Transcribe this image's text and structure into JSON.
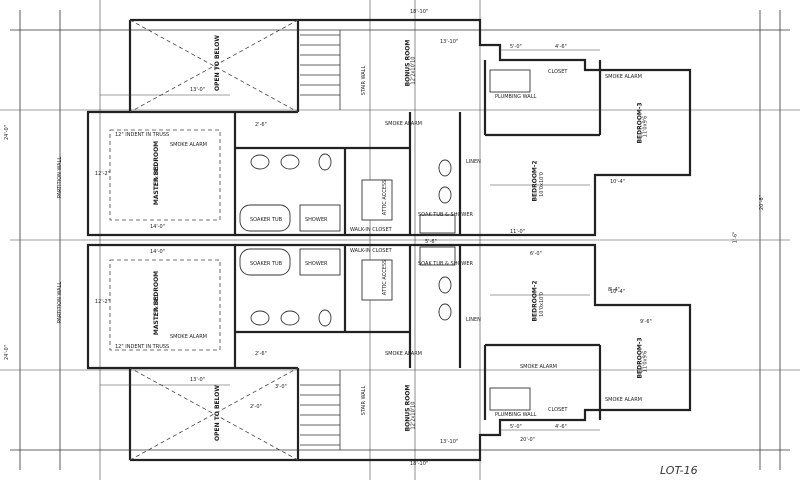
{
  "lot_label": "LOT-16",
  "rooms": {
    "open_below": "OPEN TO BELOW",
    "bonus_room": "BONUS ROOM",
    "bonus_room_size": "12'2x10'10",
    "master_bedroom": "MASTER BEDROOM",
    "master_bedroom_size": "12'2x14'0",
    "bedroom_2": "BEDROOM-2",
    "bedroom_2_size": "10'0x10'0",
    "bedroom_3": "BEDROOM-3",
    "bedroom_3_size": "11'0x9'6",
    "walkin_closet": "WALK-IN CLOSET",
    "soaker_tub": "SOAKER TUB",
    "shower": "SHOWER",
    "closet": "CLOSET",
    "linen": "LINEN",
    "plumbing_wall": "PLUMBING WALL",
    "stair_wall": "STAIR WALL"
  },
  "notes": {
    "smoke_alarm": "SMOKE ALARM",
    "indent_truss": "12\" INDENT IN TRUSS",
    "attic_access": "ATTIC ACCESS",
    "tub_shower": "SOAK TUB & SHOWER",
    "side_note": "PARTITION WALL"
  },
  "dims": {
    "d1": "18'-10\"",
    "d2": "13'-0\"",
    "d3": "14'-0\"",
    "d4": "12'-2\"",
    "d5": "10'-4\"",
    "d6": "20'-0\"",
    "d7": "5'-0\"",
    "d8": "4'-6\"",
    "d9": "6'-0\"",
    "d10": "2'-6\"",
    "d11": "11'-0\"",
    "d12": "9'-6\"",
    "d13": "3'-0\"",
    "d14": "8'-4\"",
    "d15": "2'-0\"",
    "d16": "1'-6\"",
    "d17": "24'-0\"",
    "d18": "20'-8\"",
    "d19": "13'-10\"",
    "d20": "5'-6\""
  }
}
